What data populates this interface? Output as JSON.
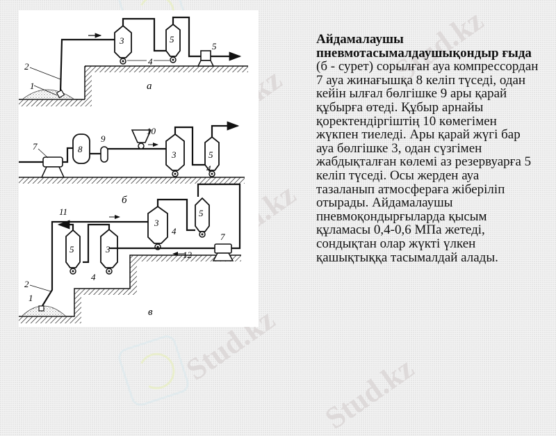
{
  "slide": {
    "paragraph": {
      "bold_lead": "Айдамалаушы пневмотасымалдаушықондыр ғыда",
      "body": " (б - сурет) сорылған ауа компрессордан 7 ауа жинағышқа 8 келіп түседі, одан кейін ылғал бөлгішке 9 ары қарай құбырға өтеді. Құбыр арнайы қоректендіргіштің 10 көмегімен жүкпен тиеледі. Ары қарай жүгі бар ауа бөлгішке 3, одан сүзгімен жабдықталған көлемі аз резервуарға 5 келіп түседі. Осы жерден ауа тазаланып атмосфераға жіберіліп отырады. Айдамалаушы пневмоқондырғыларда қысым құламасы 0,4-0,6 МПа жетеді, сондықтан олар жүкті үлкен қашықтыққа тасымалдай алады."
    }
  },
  "figure": {
    "panels": [
      {
        "id": "a",
        "caption": "а"
      },
      {
        "id": "b",
        "caption": "б"
      },
      {
        "id": "v",
        "caption": "в"
      }
    ],
    "labels": {
      "l1": "1",
      "l2": "2",
      "l3": "3",
      "l4": "4",
      "l5": "5",
      "l7": "7",
      "l8": "8",
      "l9": "9",
      "l10": "10",
      "l11": "11",
      "l12": "12"
    }
  },
  "watermark": {
    "text": "Stud.kz"
  }
}
